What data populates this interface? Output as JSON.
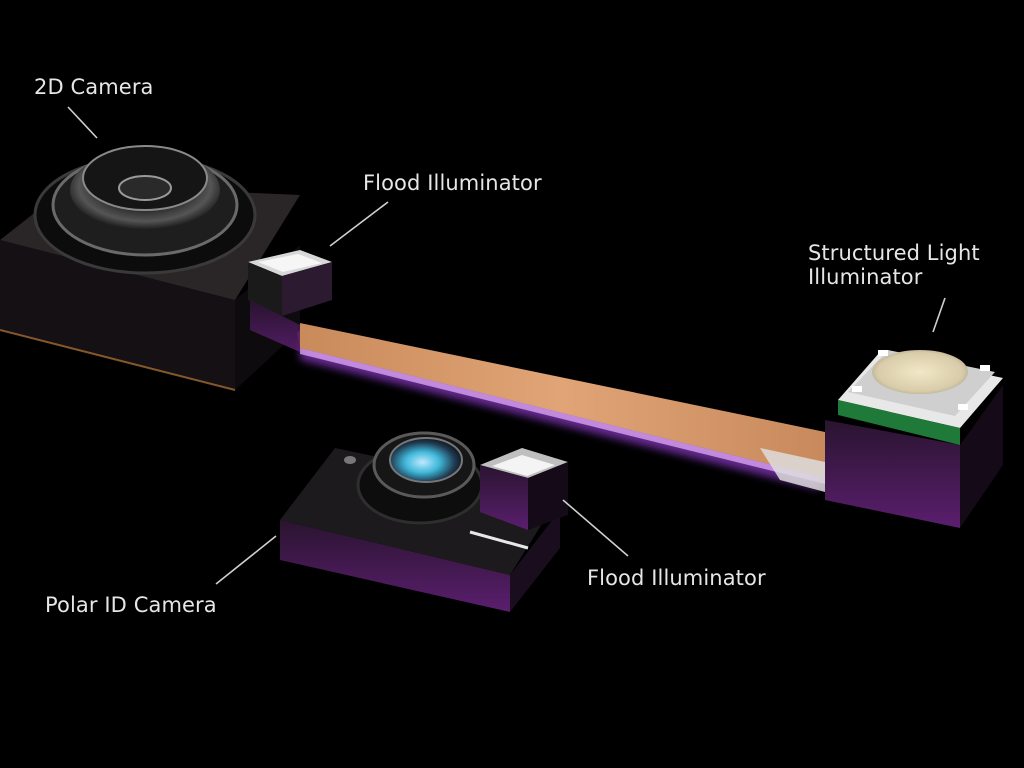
{
  "labels": {
    "camera_2d": "2D Camera",
    "flood_top": "Flood Illuminator",
    "structured_line1": "Structured Light",
    "structured_line2": "Illuminator",
    "polar_id": "Polar ID Camera",
    "flood_bottom": "Flood Illuminator"
  },
  "colors": {
    "background": "#000000",
    "label_text": "#e6e6e6",
    "leader_line": "#cfcfcf",
    "flex_cable": "#d89a6c",
    "purple_glow": "#b44cff",
    "module_body": "#1a1018"
  }
}
